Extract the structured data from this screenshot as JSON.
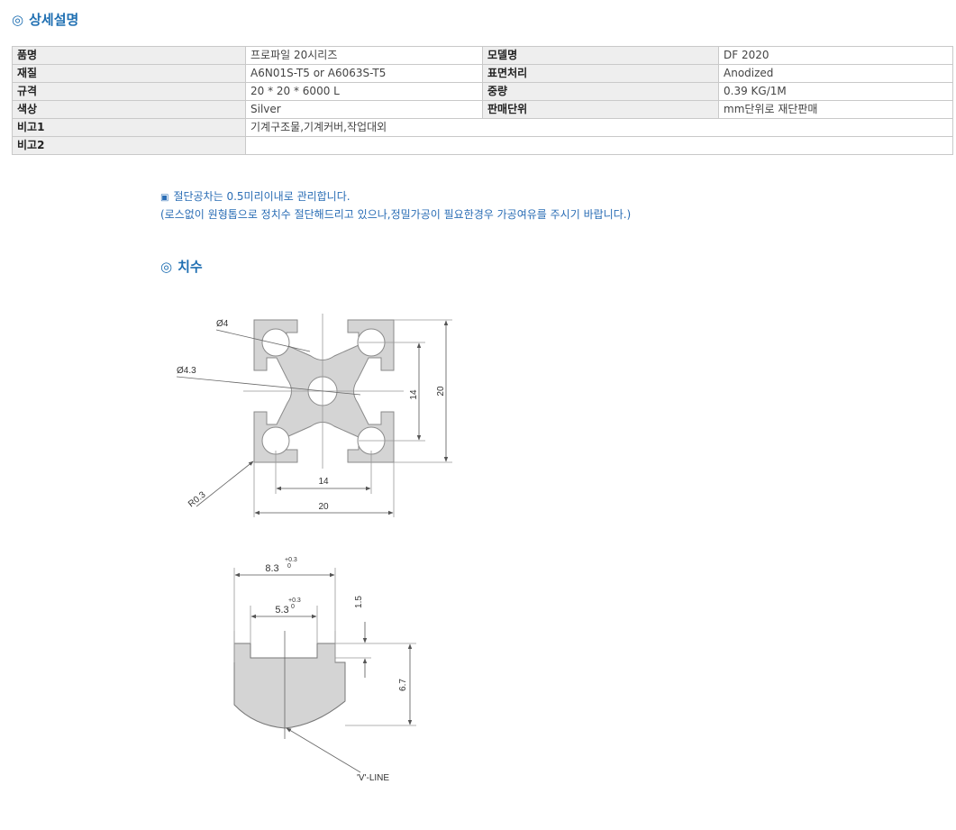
{
  "header": {
    "mark": "◎",
    "title": "상세설명"
  },
  "spec": {
    "rows": [
      {
        "l1": "품명",
        "v1": "프로파일 20시리즈",
        "l2": "모델명",
        "v2": "DF 2020"
      },
      {
        "l1": "재질",
        "v1": "A6N01S-T5 or A6063S-T5",
        "l2": "표면처리",
        "v2": "Anodized"
      },
      {
        "l1": "규격",
        "v1": "20 * 20 * 6000 L",
        "l2": "중량",
        "v2": "0.39 KG/1M"
      },
      {
        "l1": "색상",
        "v1": "Silver",
        "l2": "판매단위",
        "v2": "mm단위로 재단판매"
      }
    ],
    "note1_label": "비고1",
    "note1_value": "기계구조물,기계커버,작업대외",
    "note2_label": "비고2",
    "note2_value": ""
  },
  "notes": {
    "bullet": "▣",
    "line1": "절단공차는 0.5미리이내로 관리합니다.",
    "line2": "(로스없이 원형톱으로 정치수 절단해드리고 있으나,정밀가공이 필요한경우 가공여유를 주시기 바랍니다.)"
  },
  "dimensions_header": {
    "mark": "◎",
    "title": "치수"
  },
  "profile_drawing": {
    "hole_dia": "Ø4",
    "center_dia": "Ø4.3",
    "radius": "R0.3",
    "dim_14_v": "14",
    "dim_20_v": "20",
    "dim_14_h": "14",
    "dim_20_h": "20"
  },
  "slot_drawing": {
    "width_outer": "8.3",
    "tol_outer_upper": "+0.3",
    "tol_outer_lower": "0",
    "width_inner": "5.3",
    "tol_inner_upper": "+0.3",
    "tol_inner_lower": "0",
    "depth_top": "1.5",
    "depth": "6.7",
    "vline_label": "'V'-LINE"
  },
  "colors": {
    "accent": "#1f6fb2",
    "profile_fill": "#d4d4d4",
    "header_bg": "#eeeeee"
  }
}
